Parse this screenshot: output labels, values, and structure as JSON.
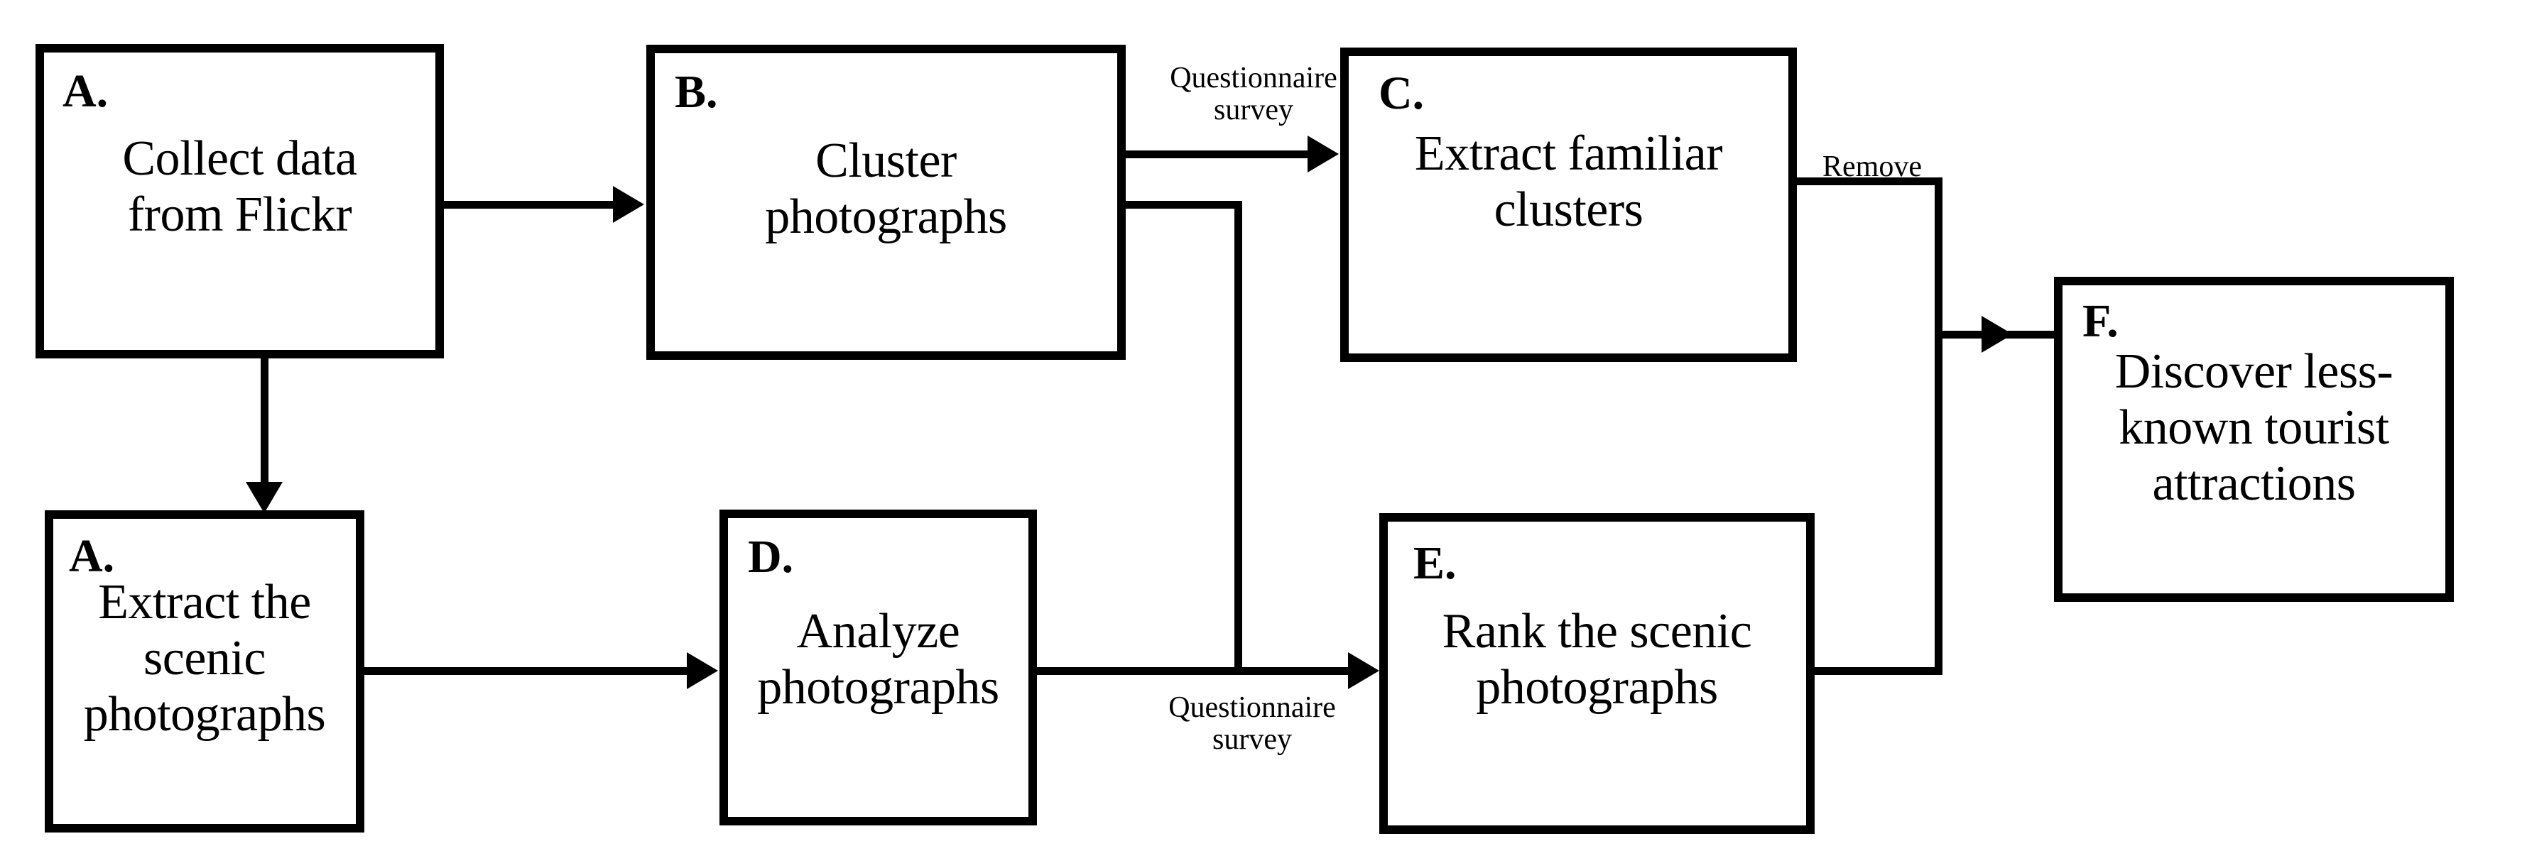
{
  "diagram": {
    "title": "Research framework flowchart for discovering less-known tourist attractions",
    "background_color": "#ffffff",
    "line_color": "#000000",
    "text_color": "#000000"
  },
  "nodes": [
    {
      "id": "A1",
      "letter": "A.",
      "text": "Collect data\nfrom Flickr"
    },
    {
      "id": "A2",
      "letter": "A.",
      "text": "Extract the\nscenic\nphotographs"
    },
    {
      "id": "B",
      "letter": "B.",
      "text": "Cluster\nphotographs"
    },
    {
      "id": "C",
      "letter": "C.",
      "text": "Extract familiar\nclusters"
    },
    {
      "id": "D",
      "letter": "D.",
      "text": "Analyze\nphotographs"
    },
    {
      "id": "E",
      "letter": "E.",
      "text": "Rank the scenic\nphotographs"
    },
    {
      "id": "F",
      "letter": "F.",
      "text": "Discover less-\nknown tourist\nattractions"
    }
  ],
  "edges": [
    {
      "id": "a1-b",
      "from": "A1",
      "to": "B",
      "label": ""
    },
    {
      "id": "a1-a2",
      "from": "A1",
      "to": "A2",
      "label": ""
    },
    {
      "id": "a2-d",
      "from": "A2",
      "to": "D",
      "label": ""
    },
    {
      "id": "b-c",
      "from": "B",
      "to": "C",
      "label": "Questionnaire\nsurvey"
    },
    {
      "id": "b-e",
      "from": "B",
      "to": "E",
      "label": ""
    },
    {
      "id": "d-e",
      "from": "D",
      "to": "E",
      "label": "Questionnaire\nsurvey"
    },
    {
      "id": "c-f",
      "from": "C",
      "to": "F",
      "label": "Remove"
    },
    {
      "id": "e-f",
      "from": "E",
      "to": "F",
      "label": ""
    }
  ],
  "edge_labels": {
    "b_c_label": "Questionnaire\nsurvey",
    "d_e_label": "Questionnaire\nsurvey",
    "c_f_label": "Remove"
  }
}
